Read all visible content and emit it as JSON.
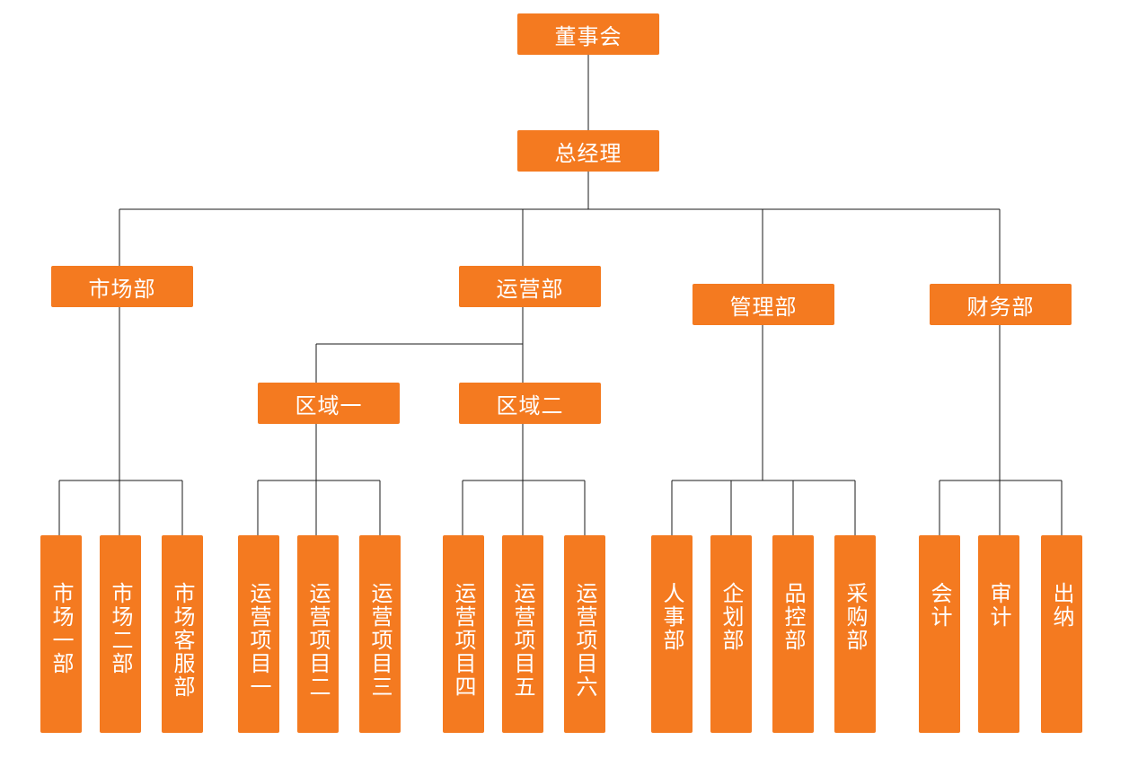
{
  "nodes": {
    "board": "董事会",
    "gm": "总经理",
    "market": "市场部",
    "ops": "运营部",
    "admin": "管理部",
    "finance": "财务部",
    "region1": "区域一",
    "region2": "区域二",
    "market1": "市场一部",
    "market2": "市场二部",
    "market_cs": "市场客服部",
    "proj1": "运营项目一",
    "proj2": "运营项目二",
    "proj3": "运营项目三",
    "proj4": "运营项目四",
    "proj5": "运营项目五",
    "proj6": "运营项目六",
    "hr": "人事部",
    "planning": "企划部",
    "qc": "品控部",
    "purchase": "采购部",
    "accounting": "会计",
    "audit": "审计",
    "cashier": "出纳"
  },
  "edges": [
    [
      "board",
      "gm"
    ],
    [
      "gm",
      "market"
    ],
    [
      "gm",
      "ops"
    ],
    [
      "gm",
      "admin"
    ],
    [
      "gm",
      "finance"
    ],
    [
      "market",
      "market1"
    ],
    [
      "market",
      "market2"
    ],
    [
      "market",
      "market_cs"
    ],
    [
      "ops",
      "region1"
    ],
    [
      "ops",
      "region2"
    ],
    [
      "region1",
      "proj1"
    ],
    [
      "region1",
      "proj2"
    ],
    [
      "region1",
      "proj3"
    ],
    [
      "region2",
      "proj4"
    ],
    [
      "region2",
      "proj5"
    ],
    [
      "region2",
      "proj6"
    ],
    [
      "admin",
      "hr"
    ],
    [
      "admin",
      "planning"
    ],
    [
      "admin",
      "qc"
    ],
    [
      "admin",
      "purchase"
    ],
    [
      "finance",
      "accounting"
    ],
    [
      "finance",
      "audit"
    ],
    [
      "finance",
      "cashier"
    ]
  ],
  "colors": {
    "node_fill": "#f47a20",
    "node_text": "#ffffff",
    "connector": "#1a1a1a"
  }
}
